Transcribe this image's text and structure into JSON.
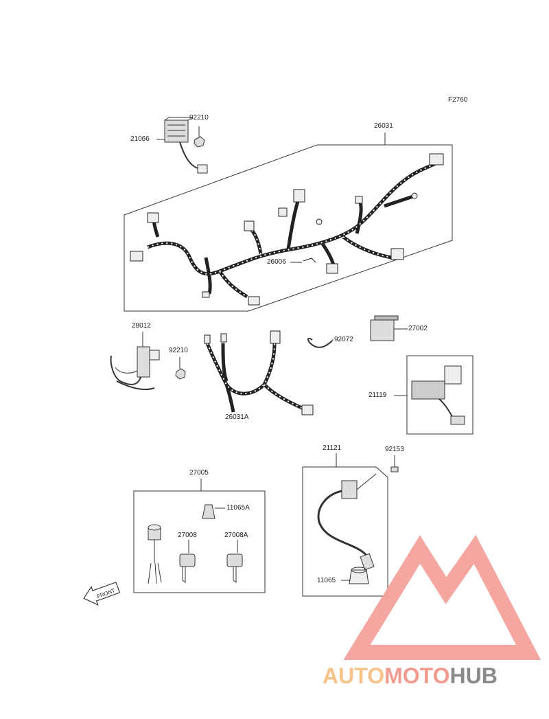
{
  "figure_code": "F2760",
  "parts": {
    "p26031": "26031",
    "p92210_top": "92210",
    "p21066": "21066",
    "p26006": "26006",
    "p28012": "28012",
    "p92210_mid": "92210",
    "p26031A": "26031A",
    "p92072": "92072",
    "p27002": "27002",
    "p21119": "21119",
    "p27005": "27005",
    "p11065A": "11065A",
    "p27008": "27008",
    "p27008A": "27008A",
    "p21121": "21121",
    "p92153": "92153",
    "p11065": "11065"
  },
  "front_arrow_label": "FRONT",
  "watermark": {
    "part1": "AUTO",
    "part2": "MOTO",
    "part3": "HUB",
    "color_auto": "#f6c38a",
    "color_moto": "#f29b8f",
    "color_hub": "#8a8a8a",
    "triangle_color": "#f4a19c"
  }
}
